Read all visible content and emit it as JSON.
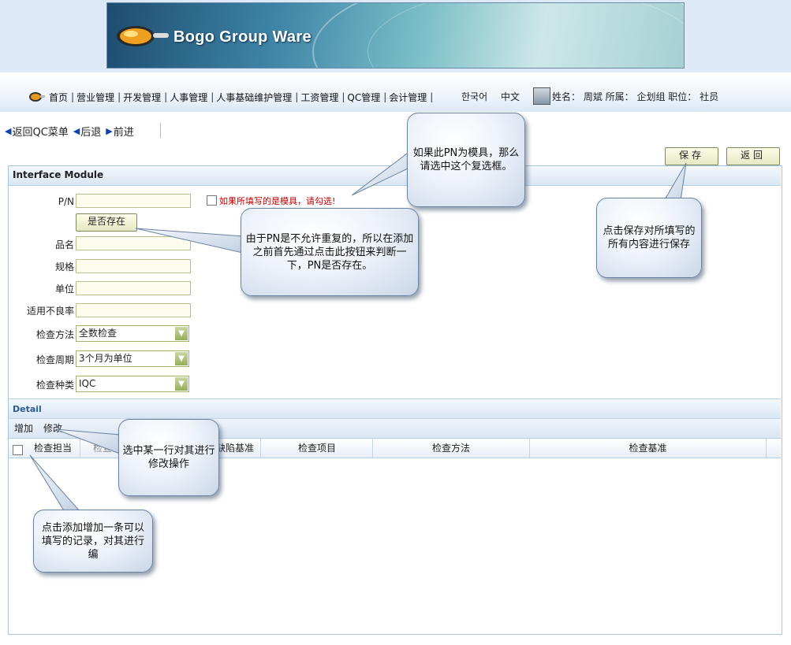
{
  "banner": {
    "title": "Bogo Group Ware"
  },
  "nav": {
    "items": [
      "首页",
      "营业管理",
      "开发管理",
      "人事管理",
      "人事基础维护管理",
      "工资管理",
      "QC管理",
      "会计管理"
    ],
    "separator": "|"
  },
  "lang": {
    "korean": "한국어",
    "chinese": "中文"
  },
  "user": {
    "text": "姓名： 周斌  所属： 企划组  职位： 社员"
  },
  "breadcrumb": {
    "back_to_menu": "返回QC菜单",
    "back": "后退",
    "forward": "前进"
  },
  "actions": {
    "save": "保存",
    "return": "返回"
  },
  "panel": {
    "title": "Interface Module"
  },
  "form": {
    "pn_label": "P/N",
    "exists_button": "是否存在",
    "mold_checkbox_text": "如果所填写的是模具，请勾选!",
    "name_label": "品名",
    "spec_label": "规格",
    "unit_label": "单位",
    "defect_rate_label": "适用不良率",
    "method_label": "检查方法",
    "method_value": "全数检查",
    "cycle_label": "检查周期",
    "cycle_value": "3个月为单位",
    "type_label": "检查种类",
    "type_value": "IQC"
  },
  "detail": {
    "title": "Detail",
    "add": "增加",
    "edit": "修改",
    "columns": [
      "检查担当",
      "检查项目",
      "缺陷基准",
      "检查项目",
      "检查方法",
      "检查基准"
    ]
  },
  "callouts": {
    "mold": "如果此PN为模具，那么请选中这个复选框。",
    "exists": "由于PN是不允许重复的，所以在添加之前首先通过点击此按钮来判断一下，PN是否存在。",
    "save": "点击保存对所填写的所有内容进行保存",
    "edit": "选中某一行对其进行修改操作",
    "add": "点击添加增加一条可以填写的记录，对其进行编"
  }
}
